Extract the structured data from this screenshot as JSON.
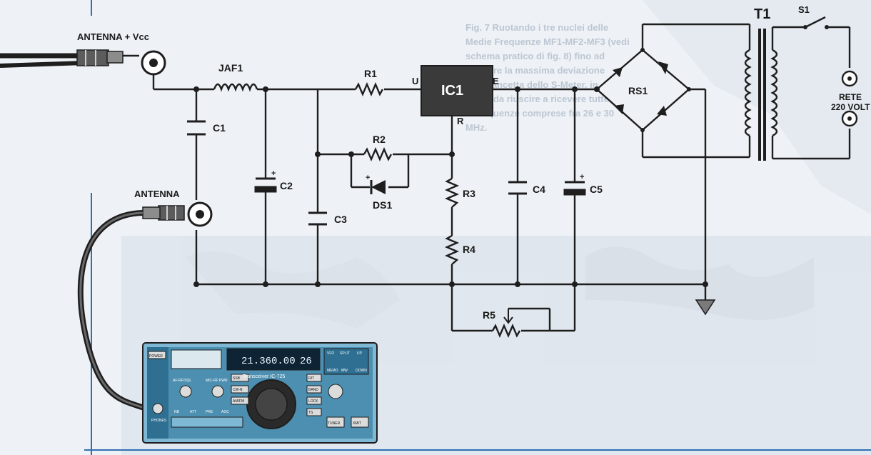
{
  "figure_caption": "Fig. 7 Ruotando i tre nuclei delle Medie Frequenze MF1-MF2-MF3 (vedi schema pratico di fig. 8) fino ad ottenere la massima deviazione della lancetta dello S-Meter, in modo da riuscire a ricevere tutte le frequenze comprese fra 26 e 30 MHz.",
  "labels": {
    "antenna_vcc": "ANTENNA + Vcc",
    "antenna": "ANTENNA",
    "jaf1": "JAF1",
    "r1": "R1",
    "r2": "R2",
    "r3": "R3",
    "r4": "R4",
    "r5": "R5",
    "c1": "C1",
    "c2": "C2",
    "c3": "C3",
    "c4": "C4",
    "c5": "C5",
    "ds1": "DS1",
    "ic1": "IC1",
    "ic1_u": "U",
    "ic1_e": "E",
    "ic1_r": "R",
    "rs1": "RS1",
    "t1": "T1",
    "s1": "S1",
    "rete_1": "RETE",
    "rete_2": "220 VOLT"
  },
  "radio": {
    "frequency": "21.360.00",
    "channel": "26",
    "model": "Transceiver IC-725",
    "button_left_1": "POWER",
    "button_left_2": "PHONES",
    "knob_af_label": "AF-RF/SQL",
    "knob_mic_label": "MIC-RF PWR",
    "row_labels": [
      "NB",
      "ATT",
      "PRE",
      "AGC"
    ],
    "mode_buttons": [
      "SSB",
      "CW-N",
      "AM/FM"
    ],
    "func_buttons": [
      "VFO",
      "SPLIT",
      "UP",
      "MEMO",
      "MW",
      "DOWN"
    ],
    "side_buttons": [
      "RIT",
      "BAND",
      "LOCK",
      "TS",
      "TUNER",
      "XMIT"
    ]
  },
  "colors": {
    "wire": "#1e1e1e",
    "ic_fill": "#3a3a3a",
    "radio_body": "#7fb8d4",
    "radio_panel": "#4d8fb0",
    "map_ghost": "#cfd8e2",
    "border_blue": "#2f6fb3"
  }
}
